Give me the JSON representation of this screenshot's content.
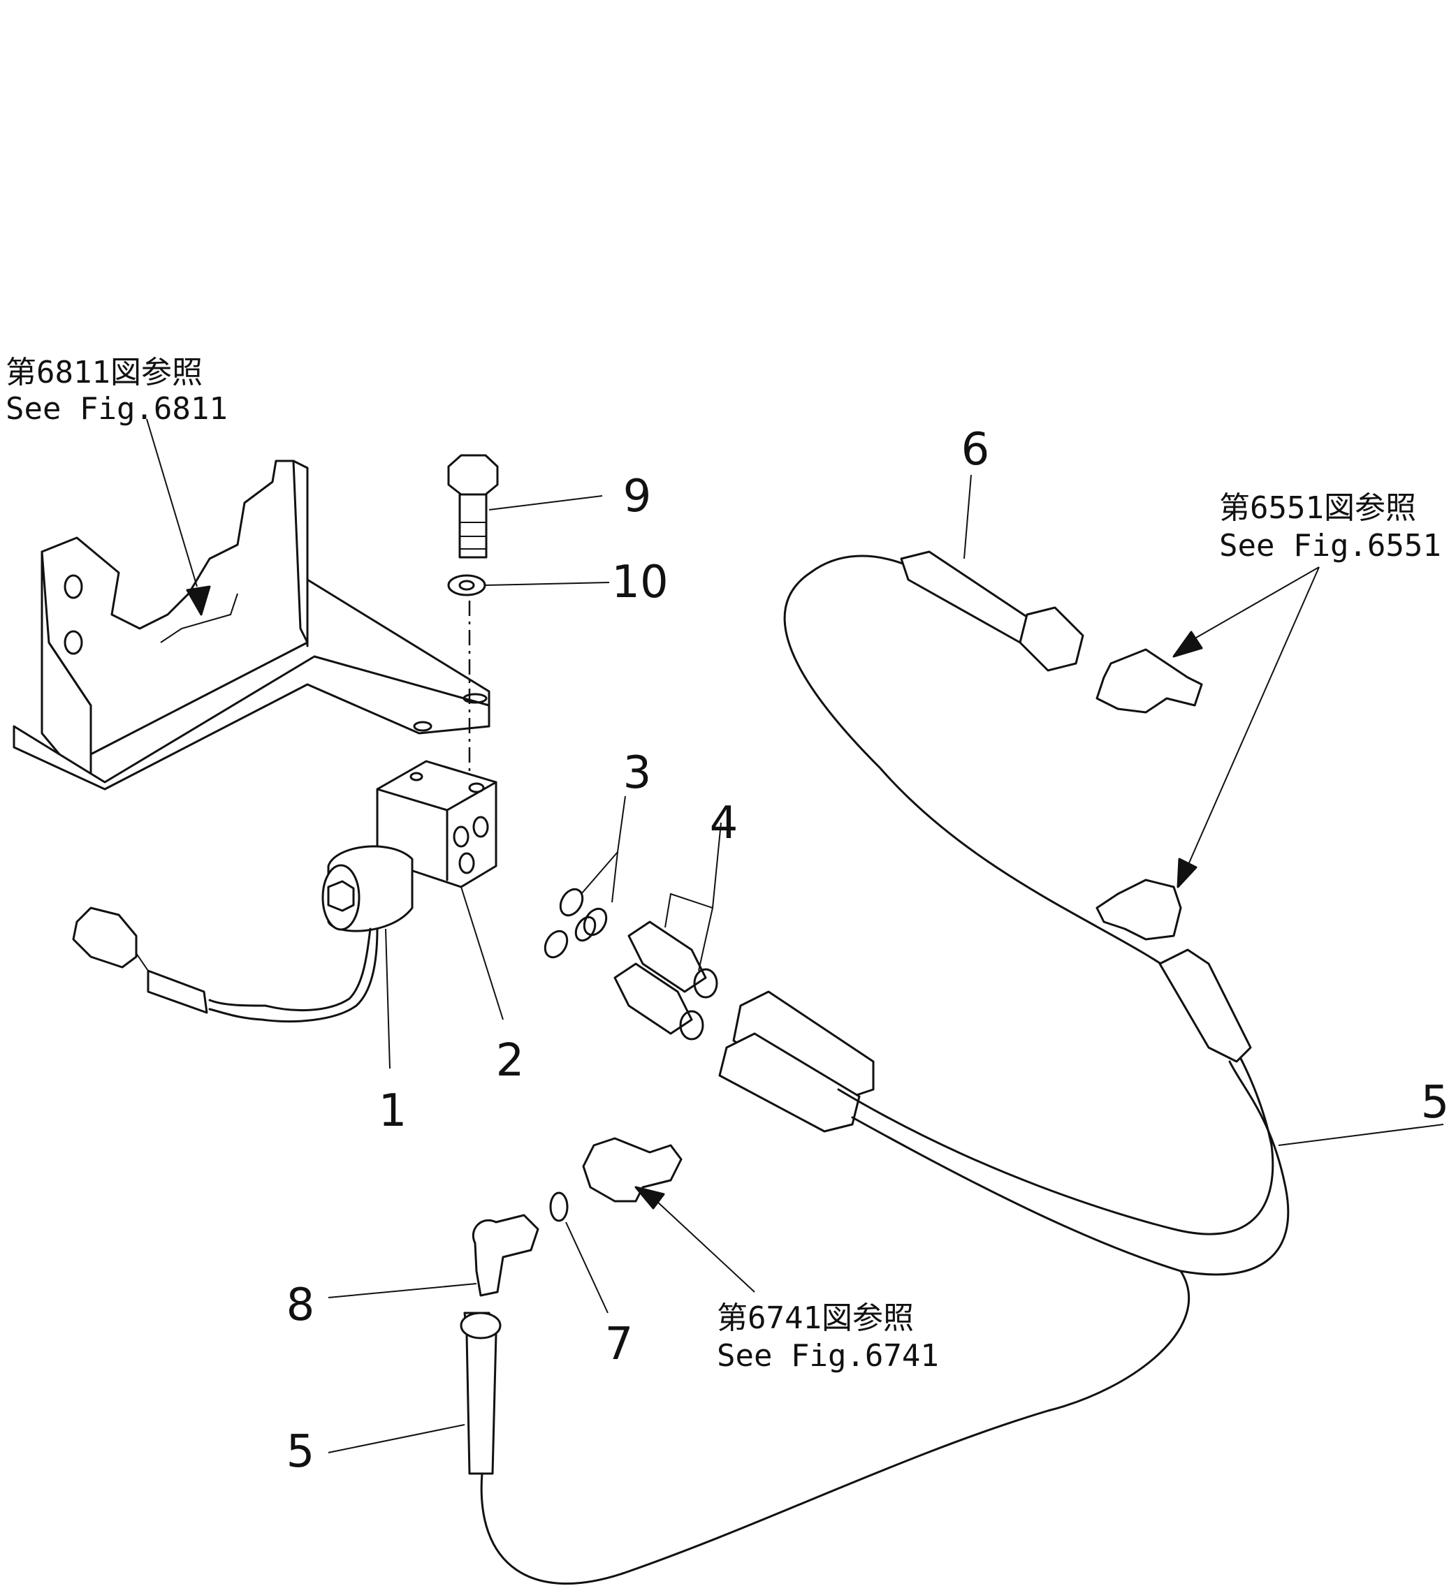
{
  "callouts": {
    "p1": "1",
    "p2": "2",
    "p3": "3",
    "p4": "4",
    "p5a": "5",
    "p5b": "5",
    "p6": "6",
    "p7": "7",
    "p8": "8",
    "p9": "9",
    "p10": "10"
  },
  "references": {
    "fig6811": {
      "jp": "第6811図参照",
      "en": "See Fig.6811"
    },
    "fig6551": {
      "jp": "第6551図参照",
      "en": "See Fig.6551"
    },
    "fig6741": {
      "jp": "第6741図参照",
      "en": "See Fig.6741"
    }
  }
}
